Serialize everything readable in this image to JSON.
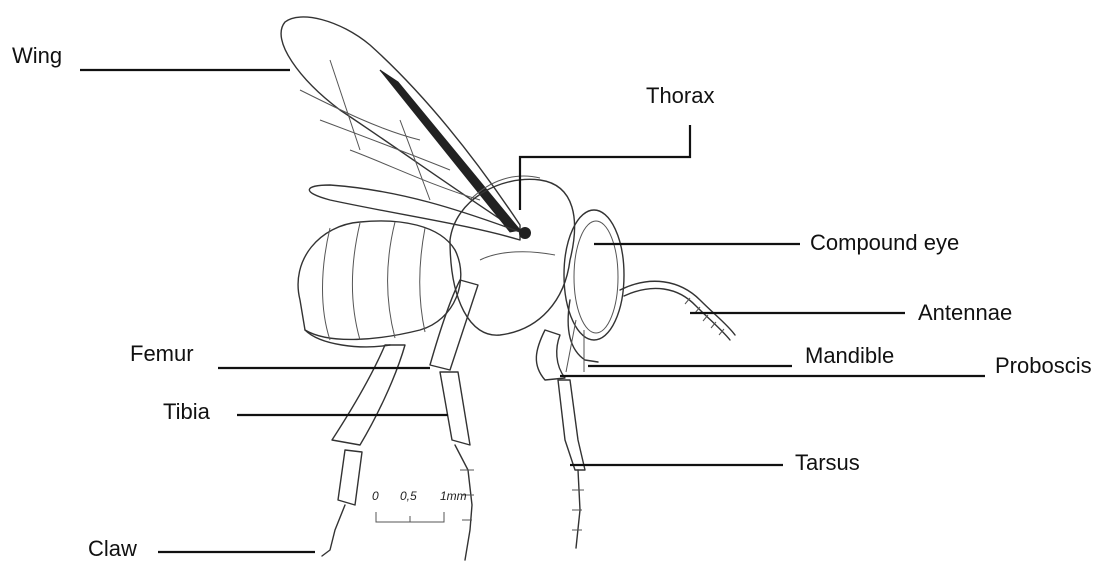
{
  "labels": {
    "wing": "Wing",
    "thorax": "Thorax",
    "compound_eye": "Compound eye",
    "antennae": "Antennae",
    "femur": "Femur",
    "mandible": "Mandible",
    "proboscis": "Proboscis",
    "tibia": "Tibia",
    "tarsus": "Tarsus",
    "claw": "Claw"
  },
  "scale_bar": {
    "ticks": [
      "0",
      "0,5",
      "1mm"
    ]
  },
  "colors": {
    "ink": "#333333",
    "leader": "#111111",
    "background": "#ffffff"
  }
}
